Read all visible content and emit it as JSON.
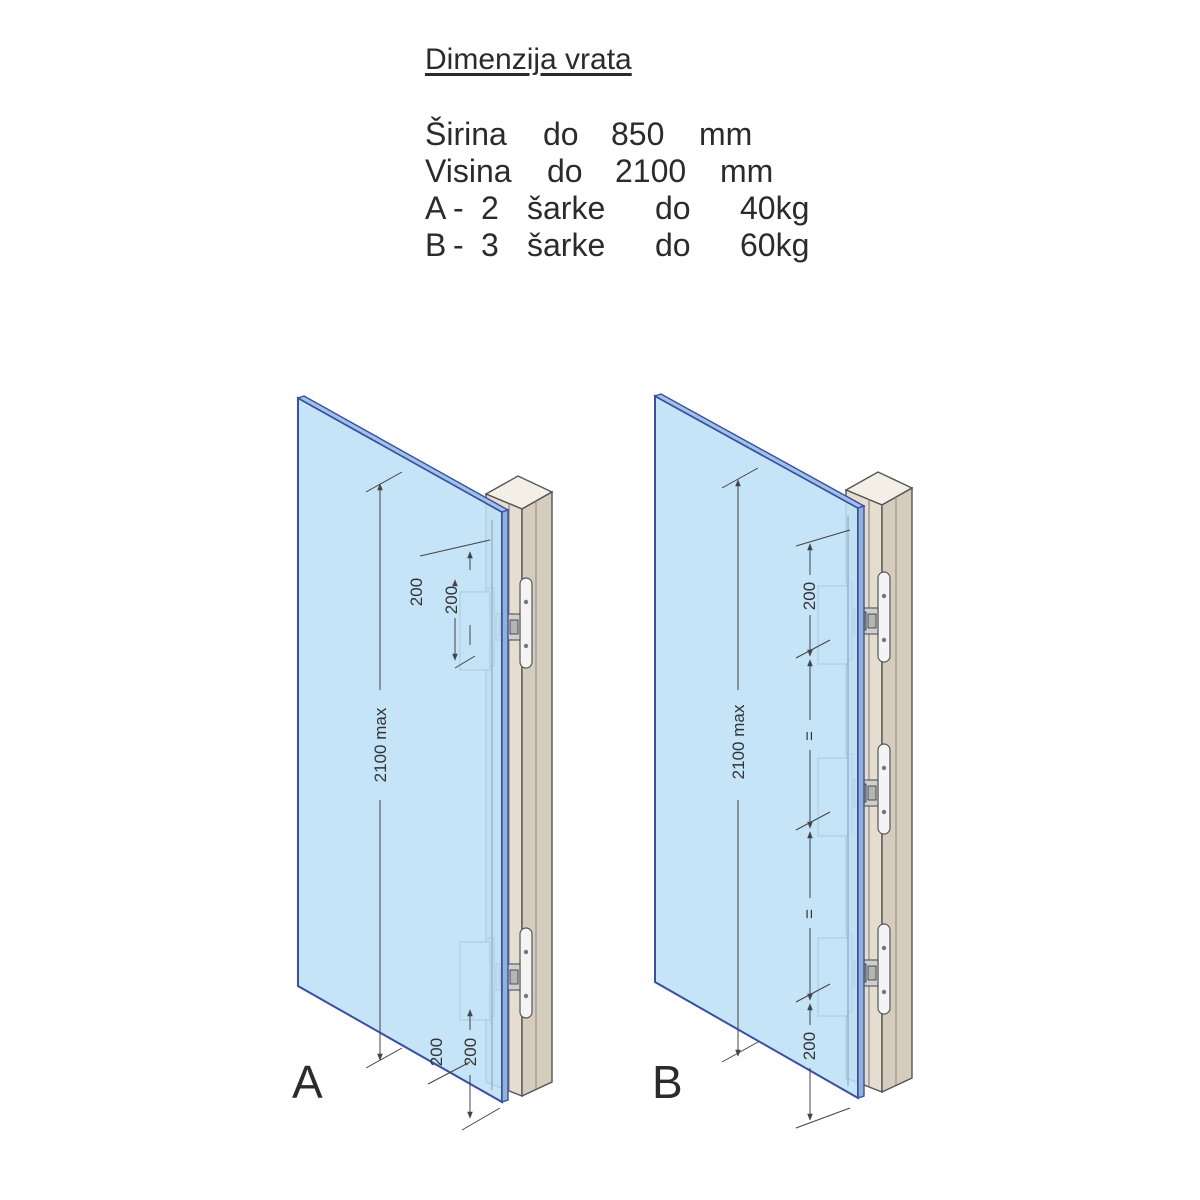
{
  "header": {
    "title": "Dimenzija vrata",
    "rows": [
      {
        "cols": [
          "Širina",
          "do",
          "850",
          "mm"
        ]
      },
      {
        "cols": [
          "Visina",
          "do",
          "2100",
          "mm"
        ]
      },
      {
        "cols": [
          "A",
          "-",
          "2",
          "šarke",
          "do",
          "40kg"
        ]
      },
      {
        "cols": [
          "B",
          "-",
          "3",
          "šarke",
          "do",
          "60kg"
        ]
      }
    ]
  },
  "door_a": {
    "label": "A",
    "height_label": "2100 max",
    "top_outer_label": "200",
    "top_inner_label": "200",
    "bottom_outer_label": "200",
    "bottom_inner_label": "200"
  },
  "door_b": {
    "label": "B",
    "height_label": "2100 max",
    "top_label": "200",
    "equal1_label": "=",
    "equal2_label": "=",
    "bottom_label": "200"
  },
  "colors": {
    "glass_fill": "#bde0f6",
    "glass_edge": "#3b4fa2",
    "frame": "#e7dfd3",
    "hinge": "#f2f2f2",
    "dim_line": "#444444"
  }
}
